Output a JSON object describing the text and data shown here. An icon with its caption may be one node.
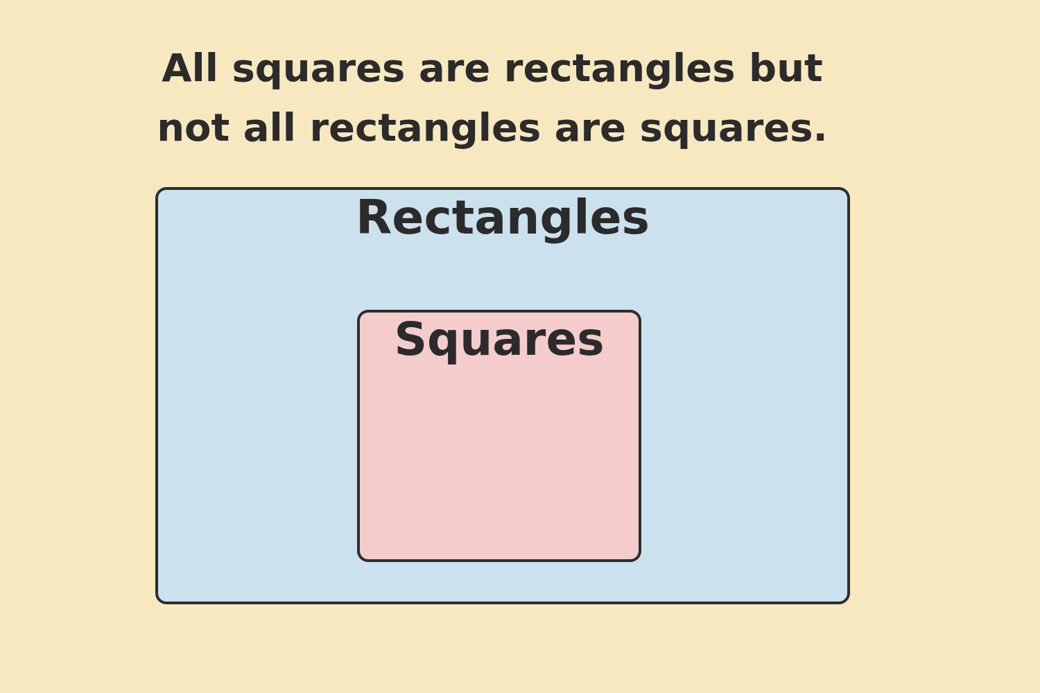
{
  "diagram": {
    "title": "All squares are rectangles but not all rectangles are squares.",
    "nodes": [
      {
        "text": [
          "Rectangles"
        ]
      },
      {
        "text": [
          "Squares"
        ],
        "in": 0
      }
    ]
  }
}
